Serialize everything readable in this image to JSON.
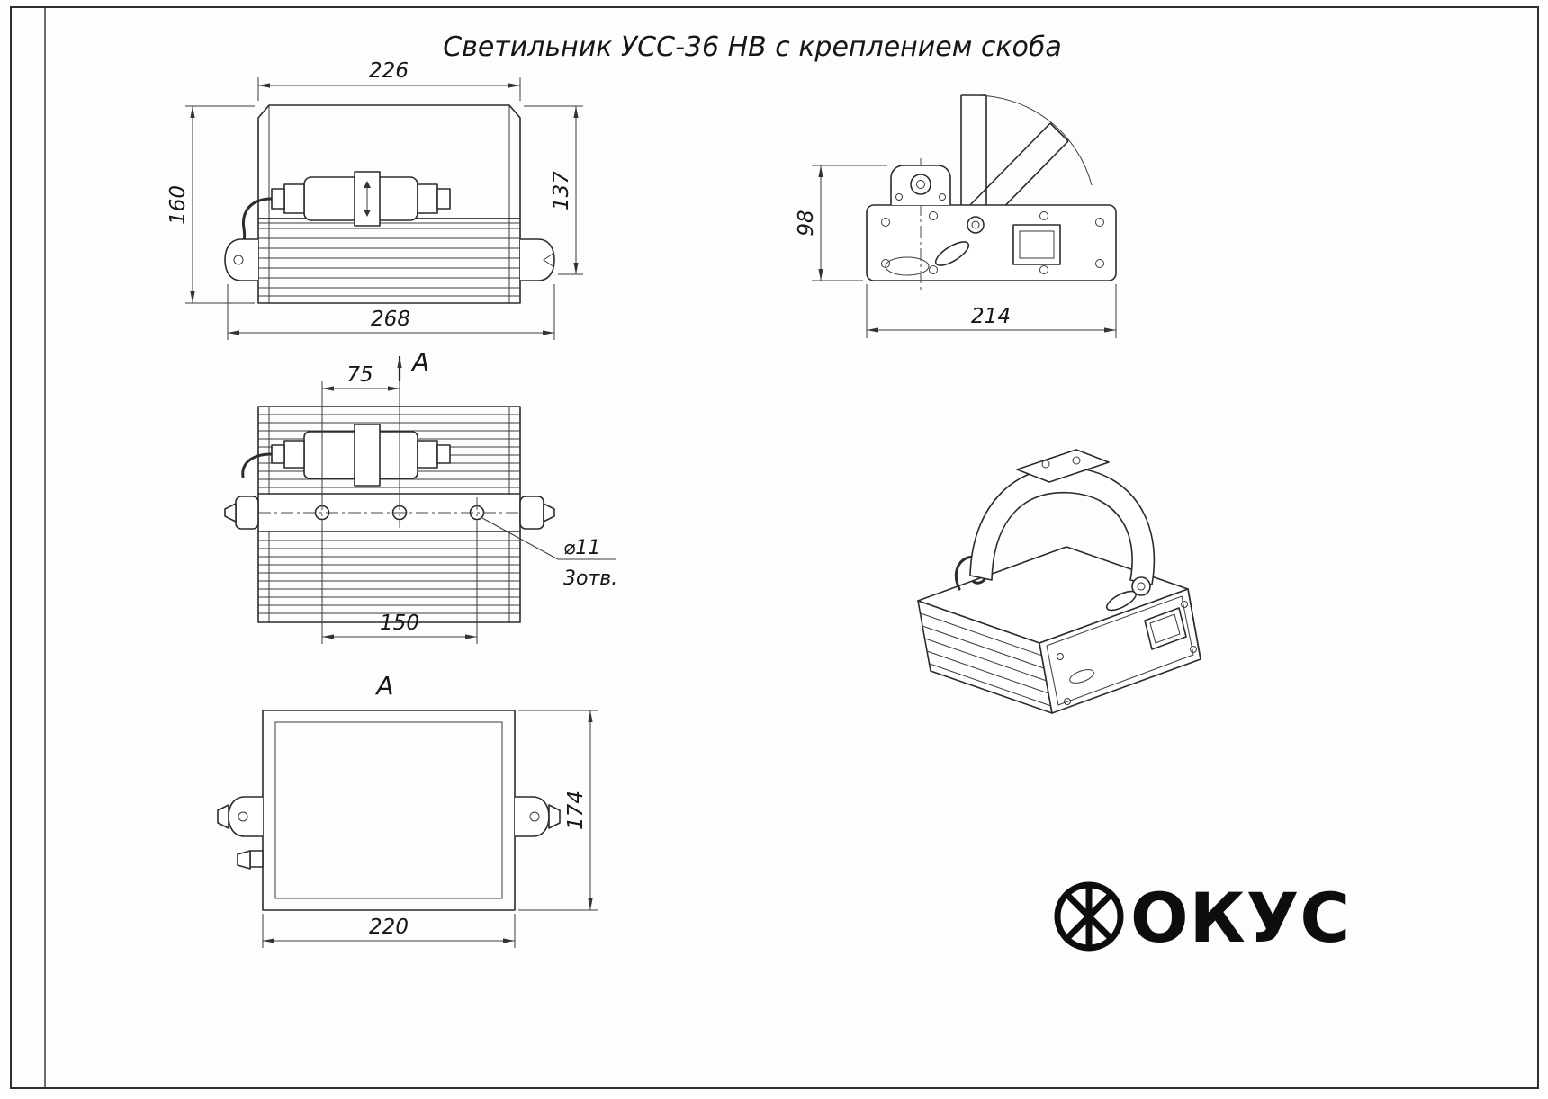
{
  "title": "Светильник УСС-36 НВ с креплением скоба",
  "front_view": {
    "dim_top": "226",
    "dim_left": "160",
    "dim_right": "137",
    "dim_bottom": "268"
  },
  "side_view": {
    "dim_left": "98",
    "dim_bottom": "214"
  },
  "top_view": {
    "dim_hole_pitch": "75",
    "dim_hole_span": "150",
    "callout_diameter": "⌀11",
    "callout_holes": "3отв.",
    "section_arrow_label": "A"
  },
  "section_view": {
    "label": "A",
    "dim_bottom": "220",
    "dim_right": "174"
  },
  "logo": {
    "letters": "ОКУС"
  }
}
